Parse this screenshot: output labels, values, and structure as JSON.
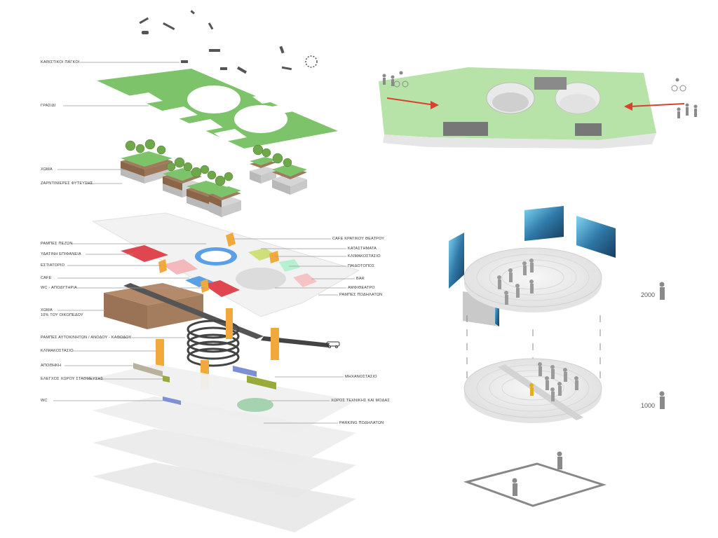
{
  "labels_left": [
    {
      "key": "benches",
      "text": "ΚΑΘΙΣΤΙΚΟΙ ΠΑΓΚΟΙ"
    },
    {
      "key": "grass",
      "text": "ΓΡΑΣΙΔΙ"
    },
    {
      "key": "soil",
      "text": "ΧΩΜΑ"
    },
    {
      "key": "planters",
      "text": "ΖΑΡΝΤΙΝΙΕΡΕΣ ΦΥΤΕΥΣΗΣ"
    },
    {
      "key": "ped_ramps",
      "text": "ΡΑΜΠΕΣ ΠΕΖΩΝ"
    },
    {
      "key": "water",
      "text": "ΥΔΑΤΙΝΗ ΕΠΙΦΑΝΕΙΑ"
    },
    {
      "key": "restaurant",
      "text": "ΕΣΤΙΑΤΟΡΙΟ"
    },
    {
      "key": "cafe",
      "text": "CAFE"
    },
    {
      "key": "wc",
      "text": "WC - ΑΠΟΔΥΤΗΡΙΑ"
    },
    {
      "key": "soil2",
      "text": "ΧΩΜΑ"
    },
    {
      "key": "soil2b",
      "text": "10% ΤΟΥ ΟΙΚΟΠΕΔΟΥ"
    },
    {
      "key": "car_ramps",
      "text": "ΡΑΜΠΕΣ ΑΥΤΟΚΙΝΗΤΩΝ / ΑΝΟΔΟΥ - ΚΑΘΟΔΟΥ"
    },
    {
      "key": "stairs",
      "text": "ΚΛΙΜΑΚΟΣΤΑΣΙΟ"
    },
    {
      "key": "storage",
      "text": "ΑΠΟΘΗΚΗ"
    },
    {
      "key": "control",
      "text": "ΕΛΕΓΧΟΣ ΧΩΡΟΥ ΣΤΑΘΜΕΥΣΗΣ"
    },
    {
      "key": "wc2",
      "text": "WC"
    }
  ],
  "labels_right": [
    {
      "key": "cafe_theatre",
      "text": "CAFE ΚΡΑΤΙΚΟΥ ΘΕΑΤΡΟΥ"
    },
    {
      "key": "shops",
      "text": "ΚΑΤΑΣΤΗΜΑΤΑ"
    },
    {
      "key": "stairs_r",
      "text": "ΚΛΙΜΑΚΟΣΤΑΣΙΟ"
    },
    {
      "key": "playground",
      "text": "ΠΑΙΔΟΤΟΠΟΣ"
    },
    {
      "key": "bar",
      "text": "BAR"
    },
    {
      "key": "amphi",
      "text": "ΑΜΦΙΘΕΑΤΡΟ"
    },
    {
      "key": "bike_ramps",
      "text": "ΡΑΜΠΕΣ ΠΟΔΗΛΑΤΩΝ"
    },
    {
      "key": "machine",
      "text": "ΜΗΧΑΝΟΣΤΑΣΙΟ"
    },
    {
      "key": "tech",
      "text": "ΧΩΡΟΣ ΤΕΧΝΙΚΗΣ ΚΑΙ ΜΟΔΑΣ"
    },
    {
      "key": "bike_parking",
      "text": "PARKING ΠΟΔΗΛΑΤΩΝ"
    }
  ],
  "scale": {
    "upper": "2000",
    "lower": "1000"
  },
  "colors": {
    "grass": "#7cc36a",
    "soil": "#a07a5e",
    "planter": "#c9c9c9",
    "water": "#5aa0e6",
    "restaurant": "#e04650",
    "cafe_pink": "#f4b9bc",
    "stairs": "#f2a93b",
    "shops": "#cfe07a",
    "playground": "#b7f0cf",
    "bar": "#f6c3c5",
    "arrow": "#d9412e",
    "wc": "#7f8fd6",
    "storage": "#b8b29c",
    "control": "#9aaa3a",
    "slab": "#eeeeee"
  }
}
